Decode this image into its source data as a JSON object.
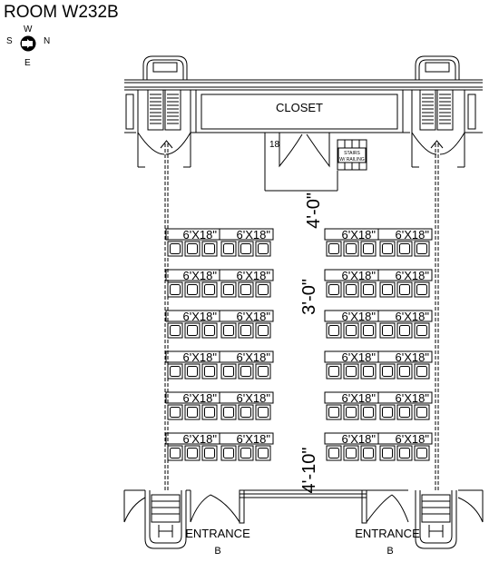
{
  "room": {
    "title": "ROOM W232B"
  },
  "compass": {
    "top": "W",
    "left": "S",
    "right": "N",
    "bottom": "E"
  },
  "closet": {
    "label": "CLOSET"
  },
  "door_number": "18",
  "storage_sign": {
    "line1": "STAIRS",
    "line2": "W/ RAILING"
  },
  "dimensions": {
    "top_aisle": "4'-0\"",
    "middle_aisle": "3'-0\"",
    "bottom_aisle": "4'-10\""
  },
  "table_label": "6'X18\"",
  "seating": {
    "rows": 6,
    "tables_per_side": 2,
    "chairs_per_table": 3,
    "sides": 2
  },
  "entrances": [
    {
      "name": "ENTRANCE",
      "letter": "B"
    },
    {
      "name": "ENTRANCE",
      "letter": "B"
    }
  ]
}
